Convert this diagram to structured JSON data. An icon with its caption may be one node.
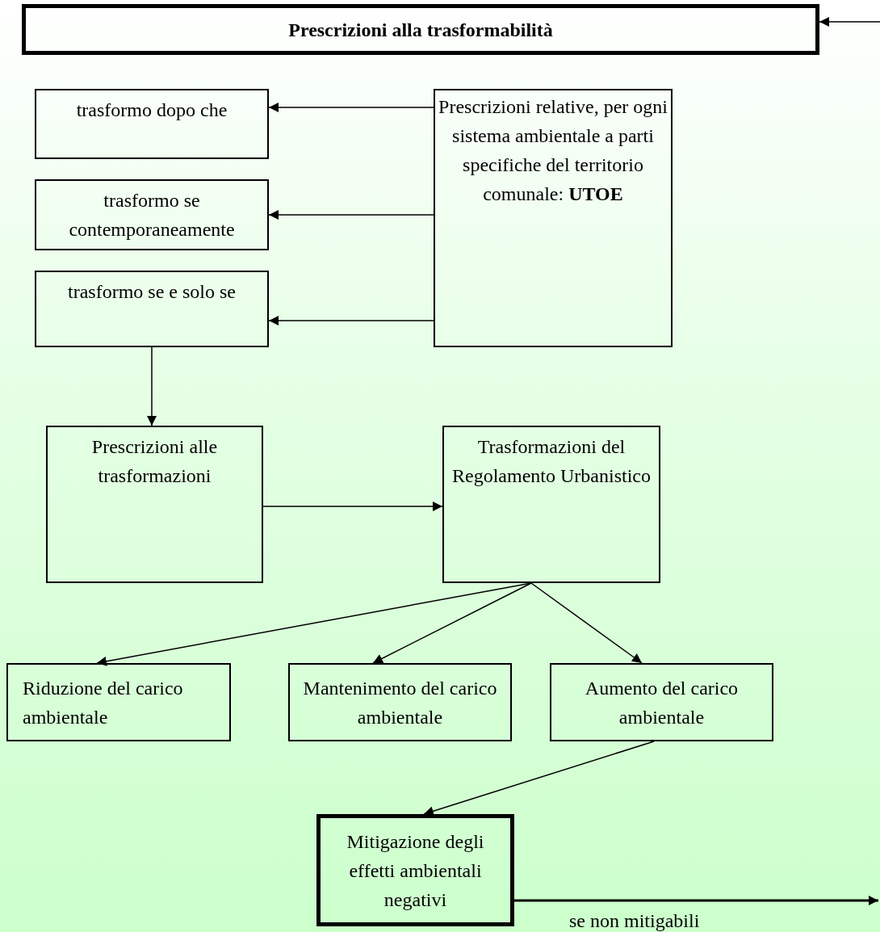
{
  "diagram": {
    "nodes": [
      {
        "text": [
          "Prescrizioni alla trasformabilità"
        ]
      },
      {
        "text": [
          "trasformo dopo che"
        ]
      },
      {
        "text": [
          "trasformo se contemporaneamente"
        ]
      },
      {
        "text": [
          "trasformo se e solo se"
        ]
      },
      {
        "text": [
          "Prescrizioni relative, per ogni sistema ambientale a parti specifiche del territorio comunale: **UTOE**"
        ]
      },
      {
        "text": [
          "Prescrizioni alle trasformazioni"
        ]
      },
      {
        "text": [
          "Trasformazioni del Regolamento Urbanistico"
        ]
      },
      {
        "text": [
          "Riduzione del carico ambientale"
        ]
      },
      {
        "text": [
          "Mantenimento del carico ambientale"
        ]
      },
      {
        "text": [
          "Aumento del carico ambientale"
        ]
      },
      {
        "text": [
          "Mitigazione degli effetti ambientali negativi"
        ]
      }
    ],
    "edges": [
      {
        "from": null,
        "to": 0,
        "arrow": "to"
      },
      {
        "from": 4,
        "to": 1,
        "arrow": "to"
      },
      {
        "from": 4,
        "to": 2,
        "arrow": "to"
      },
      {
        "from": 4,
        "to": 3,
        "arrow": "to"
      },
      {
        "from": 3,
        "to": 5,
        "arrow": "to"
      },
      {
        "from": 5,
        "to": 6,
        "arrow": "to"
      },
      {
        "from": 6,
        "to": 7,
        "arrow": "to"
      },
      {
        "from": 6,
        "to": 8,
        "arrow": "to"
      },
      {
        "from": 6,
        "to": 9,
        "arrow": "to"
      },
      {
        "from": 9,
        "to": 10,
        "arrow": "to"
      },
      {
        "from": 10,
        "to": null,
        "arrow": "to",
        "label": "se non mitigabili"
      }
    ]
  }
}
